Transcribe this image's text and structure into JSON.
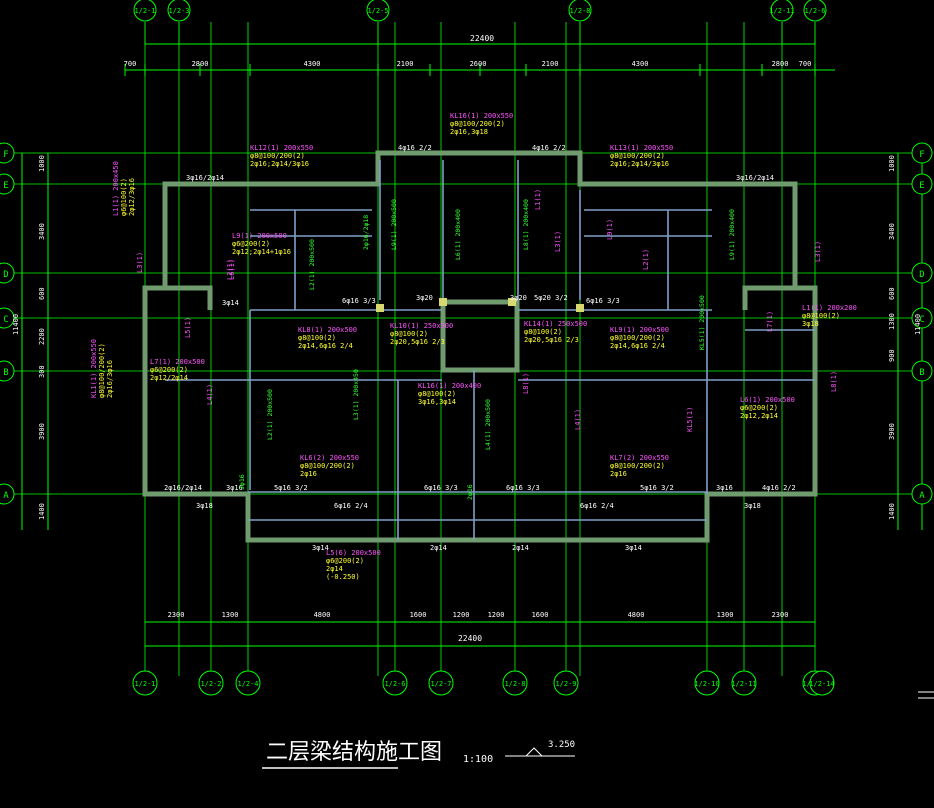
{
  "title": "二层梁结构施工图",
  "scale_text": "1:100",
  "level_text": "3.250",
  "colors": {
    "background": "#000000",
    "axis": "#00ff00",
    "dimension": "#00ff00",
    "wall": "#6f9b6f",
    "wall_inner": "#7fa0c8",
    "beam_label": "#ff55ff",
    "beam_spec": "#ffff33",
    "beam_green": "#33ff33",
    "column_fill": "#d8d870",
    "title": "#ffffff"
  },
  "top_axes": [
    "1/2-1",
    "1/2-3",
    "1/2-5",
    "1/2-8",
    "1/2-11",
    "1/2-6"
  ],
  "bottom_axes": [
    "1/2-1",
    "1/2-2",
    "1/2-4",
    "1/2-6",
    "1/2-7",
    "1/2-8",
    "1/2-9",
    "1/2-10",
    "1/2-11",
    "1/2-12",
    "1/2-14"
  ],
  "left_axes": [
    "F",
    "E",
    "D",
    "C",
    "B",
    "A"
  ],
  "right_axes": [
    "F",
    "E",
    "D",
    "C",
    "B",
    "A"
  ],
  "top_total": "22400",
  "bottom_total": "22400",
  "top_dims": [
    "700",
    "2800",
    "4300",
    "2100",
    "2600",
    "2100",
    "4300",
    "2800",
    "700"
  ],
  "bottom_dims": [
    "2300",
    "1300",
    "4800",
    "1600",
    "1200",
    "1200",
    "1600",
    "4800",
    "1300",
    "2300"
  ],
  "left_total": "11400",
  "right_total": "11400",
  "left_dims": [
    "1000",
    "3400",
    "600",
    "2200",
    "300",
    "3900",
    "1400"
  ],
  "right_dims": [
    "1000",
    "3400",
    "600",
    "1300",
    "900",
    "3900",
    "1400"
  ],
  "beam_labels": [
    {
      "name": "KL12(1) 200x550",
      "spec": [
        "φ8@100/200(2)",
        "2φ16;2φ14/3φ16"
      ]
    },
    {
      "name": "KL16(1) 200x550",
      "spec": [
        "φ8@100/200(2)",
        "2φ16,3φ18"
      ]
    },
    {
      "name": "KL13(1) 200x550",
      "spec": [
        "φ8@100/200(2)",
        "2φ16;2φ14/3φ16"
      ]
    },
    {
      "name": "L9(1) 200x500",
      "spec": [
        "φ6@200(2)",
        "2φ12;2φ14+1φ16"
      ]
    },
    {
      "name": "L1(1) 200x450",
      "spec": [
        "φ6@100(2)",
        "2φ12/3φ16"
      ]
    },
    {
      "name": "KL8(1) 200x500",
      "spec": [
        "φ8@100(2)",
        "2φ14,6φ16 2/4"
      ]
    },
    {
      "name": "KL10(1) 250x500",
      "spec": [
        "φ8@100(2)",
        "2φ20,5φ16 2/3"
      ]
    },
    {
      "name": "KL14(1) 250x500",
      "spec": [
        "φ8@100(2)",
        "2φ20,5φ16 2/3"
      ]
    },
    {
      "name": "KL9(1) 200x500",
      "spec": [
        "φ8@100/200(2)",
        "2φ14,6φ16 2/4"
      ]
    },
    {
      "name": "L7(1) 200x500",
      "spec": [
        "φ6@200(2)",
        "2φ12/2φ14"
      ]
    },
    {
      "name": "KL1(1) 200x550",
      "spec": [
        "φ8@100/200(2)",
        "2φ16/3φ16"
      ]
    },
    {
      "name": "KL16(1) 200x400",
      "spec": [
        "φ8@100(2)",
        "3φ16,3φ14"
      ]
    },
    {
      "name": "KL6(2) 200x550",
      "spec": [
        "φ8@100/200(2)",
        "2φ16"
      ]
    },
    {
      "name": "KL7(2) 200x550",
      "spec": [
        "φ8@100/200(2)",
        "2φ16"
      ]
    },
    {
      "name": "L6(1) 200x500",
      "spec": [
        "φ6@200(2)",
        "2φ12,2φ14"
      ]
    },
    {
      "name": "L5(6) 200x500",
      "spec": [
        "φ6@200(2)",
        "2φ14",
        "(-0.250)"
      ]
    },
    {
      "name": "L1(1) 200x200",
      "spec": [
        "φ8@100(2)",
        "3φ18"
      ]
    }
  ],
  "rebar_notes": [
    "3φ16/2φ14",
    "4φ16 2/2",
    "4φ16 2/2",
    "3φ16/2φ14",
    "3φ14",
    "6φ16 3/3",
    "3φ20",
    "3φ20",
    "5φ20 3/2",
    "6φ16 3/3",
    "2φ16/2φ14",
    "3φ16",
    "5φ16 3/2",
    "6φ16 3/3",
    "6φ16 3/3",
    "5φ16 3/2",
    "3φ16",
    "4φ16 2/2",
    "3φ18",
    "6φ16 2/4",
    "6φ16 2/4",
    "3φ18",
    "3φ14",
    "2φ14",
    "2φ14",
    "3φ14"
  ],
  "small_labels": [
    "L3(1)",
    "L2(1)",
    "L5(1)",
    "L4(1)",
    "L3(1)",
    "L2(1)",
    "L1(1)",
    "L9(1)",
    "L7(1)",
    "L8(1)",
    "L4(1)",
    "KL5(1)",
    "L3(1)",
    "L8(1)",
    "L6(1)"
  ]
}
